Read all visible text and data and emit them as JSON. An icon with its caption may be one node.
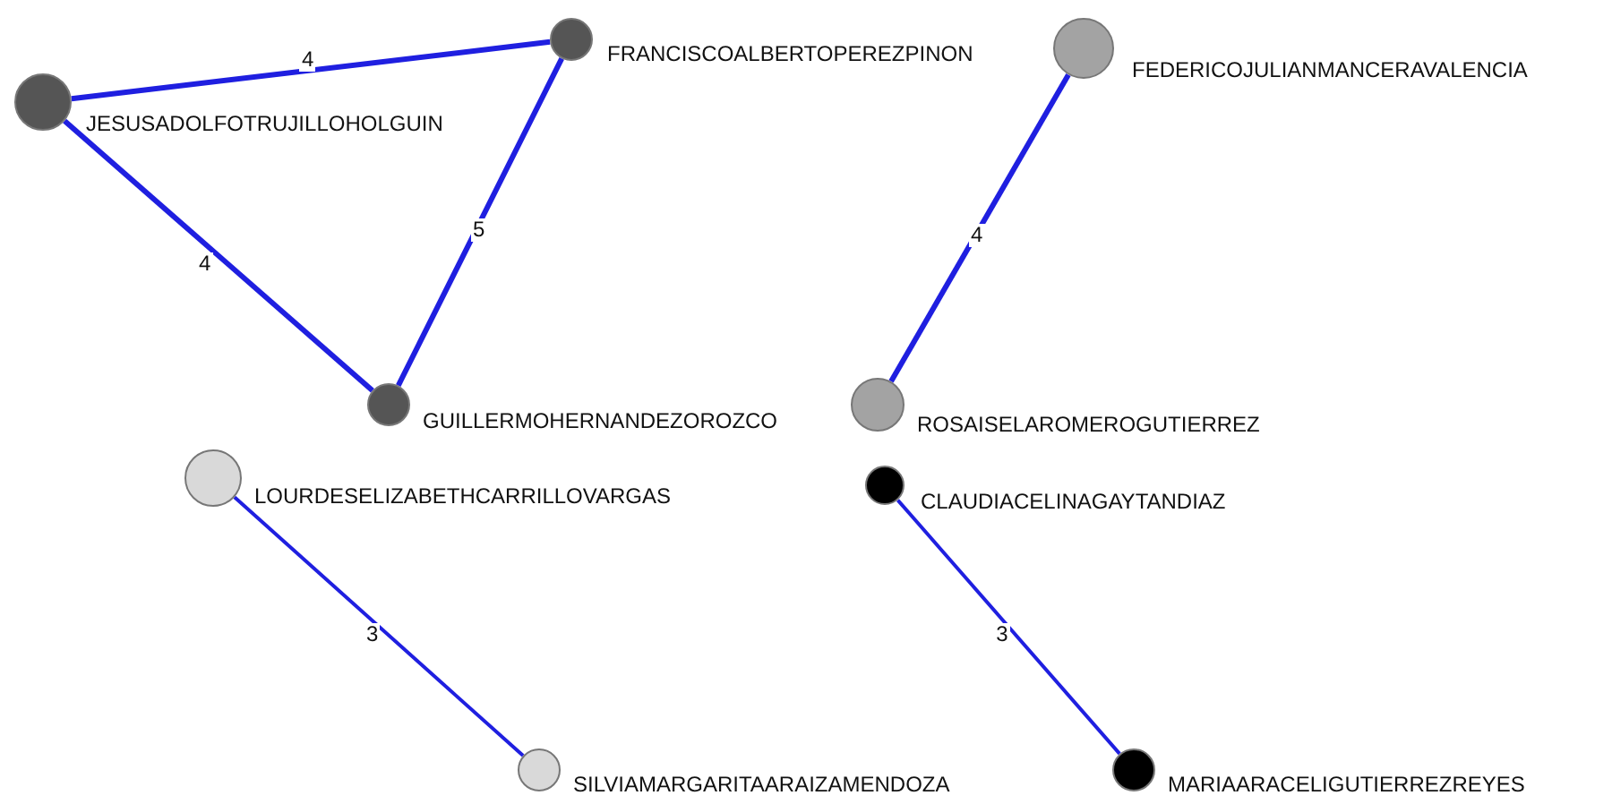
{
  "diagram": {
    "nodes": [
      {
        "text": [
          "JESUSADOLFOTRUJILLOHOLGUIN"
        ]
      },
      {
        "text": [
          "FRANCISCOALBERTOPEREZPINON"
        ]
      },
      {
        "text": [
          "FEDERICOJULIANMANCERAVALENCIA"
        ]
      },
      {
        "text": [
          "GUILLERMOHERNANDEZOROZCO"
        ]
      },
      {
        "text": [
          "ROSAISELAROMEROGUTIERREZ"
        ]
      },
      {
        "text": [
          "LOURDESELIZABETHCARRILLOVARGAS"
        ]
      },
      {
        "text": [
          "CLAUDIACELINAGAYTANDIAZ"
        ]
      },
      {
        "text": [
          "SILVIAMARGARITAARAIZAMENDOZA"
        ]
      },
      {
        "text": [
          "MARIAARACELIGUTIERREZREYES"
        ]
      }
    ],
    "edges": [
      {
        "from": 0,
        "to": 1,
        "arrow": "none",
        "label": "4"
      },
      {
        "from": 0,
        "to": 3,
        "arrow": "none",
        "label": "4"
      },
      {
        "from": 1,
        "to": 3,
        "arrow": "none",
        "label": "5"
      },
      {
        "from": 2,
        "to": 4,
        "arrow": "none",
        "label": "4"
      },
      {
        "from": 5,
        "to": 7,
        "arrow": "none",
        "label": "3"
      },
      {
        "from": 6,
        "to": 8,
        "arrow": "none",
        "label": "3"
      }
    ]
  }
}
